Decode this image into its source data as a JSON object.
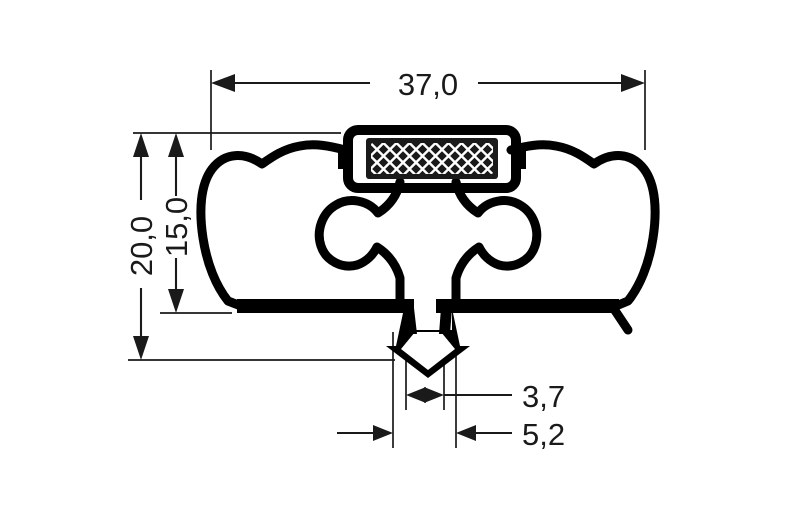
{
  "drawing": {
    "title": "Refrigeration door gasket profile cross-section",
    "background_color": "#ffffff",
    "line_color": "#000000",
    "text_color": "#1a1a1a",
    "units": "mm",
    "decimal_separator": "comma"
  },
  "dimensions": {
    "overall_width": {
      "label": "37,0",
      "orientation": "horizontal",
      "position": "top",
      "arrows": "outward-both-ends"
    },
    "overall_height": {
      "label": "20,0",
      "orientation": "vertical",
      "position": "left-outer",
      "arrows": "outward-both-ends"
    },
    "body_height": {
      "label": "15,0",
      "orientation": "vertical",
      "position": "left-inner",
      "arrows": "outward-both-ends"
    },
    "tail_inner_width": {
      "label": "3,7",
      "orientation": "horizontal",
      "position": "bottom-upper",
      "arrows": "inward-both-ends"
    },
    "tail_outer_width": {
      "label": "5,2",
      "orientation": "horizontal",
      "position": "bottom-lower",
      "arrows": "inward-both-ends"
    }
  },
  "features": {
    "magnet_housing": {
      "name": "magnet-pocket",
      "fill_pattern": "diamond-mesh",
      "pattern_color": "#1a1a1a"
    },
    "left_chamber": {
      "name": "left-hollow-bulb"
    },
    "right_chamber": {
      "name": "right-hollow-bulb"
    },
    "center_cavity": {
      "name": "bowtie-cavity"
    },
    "base_lip": {
      "name": "sealing-base-flange"
    },
    "mounting_tail": {
      "name": "barbed-insertion-tail"
    }
  }
}
